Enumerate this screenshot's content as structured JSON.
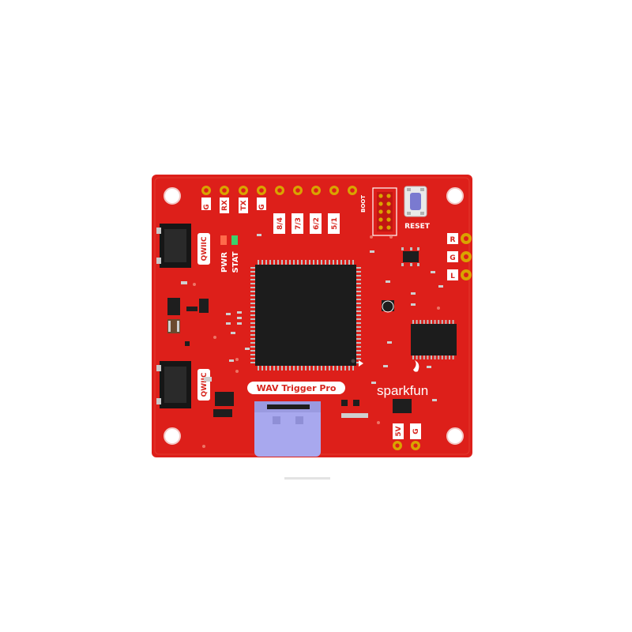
{
  "board": {
    "product_label": "WAV Trigger Pro",
    "brand": "sparkfun",
    "colors": {
      "pcb": "#dd1f1a",
      "pcb_dark": "#c11712",
      "silkscreen": "#ffffff",
      "gold": "#d9a300",
      "ic": "#1c1c1c",
      "usb": "#a8a8ee",
      "button": "#7a7ad0"
    }
  },
  "header_top": {
    "upper_labels": [
      "G",
      "RX",
      "TX",
      "G"
    ],
    "lower_labels": [
      "8/4",
      "7/3",
      "6/2",
      "5/1"
    ],
    "boot_label": "BOOT"
  },
  "left": {
    "qwiic_top": "QWIIC",
    "qwiic_bottom": "QWIIC",
    "pwr_label": "PWR",
    "stat_label": "STAT"
  },
  "right": {
    "reset_label": "RESET",
    "audio_pins": [
      "R",
      "G",
      "L"
    ]
  },
  "bottom": {
    "power_pins": [
      "5V",
      "G"
    ]
  }
}
